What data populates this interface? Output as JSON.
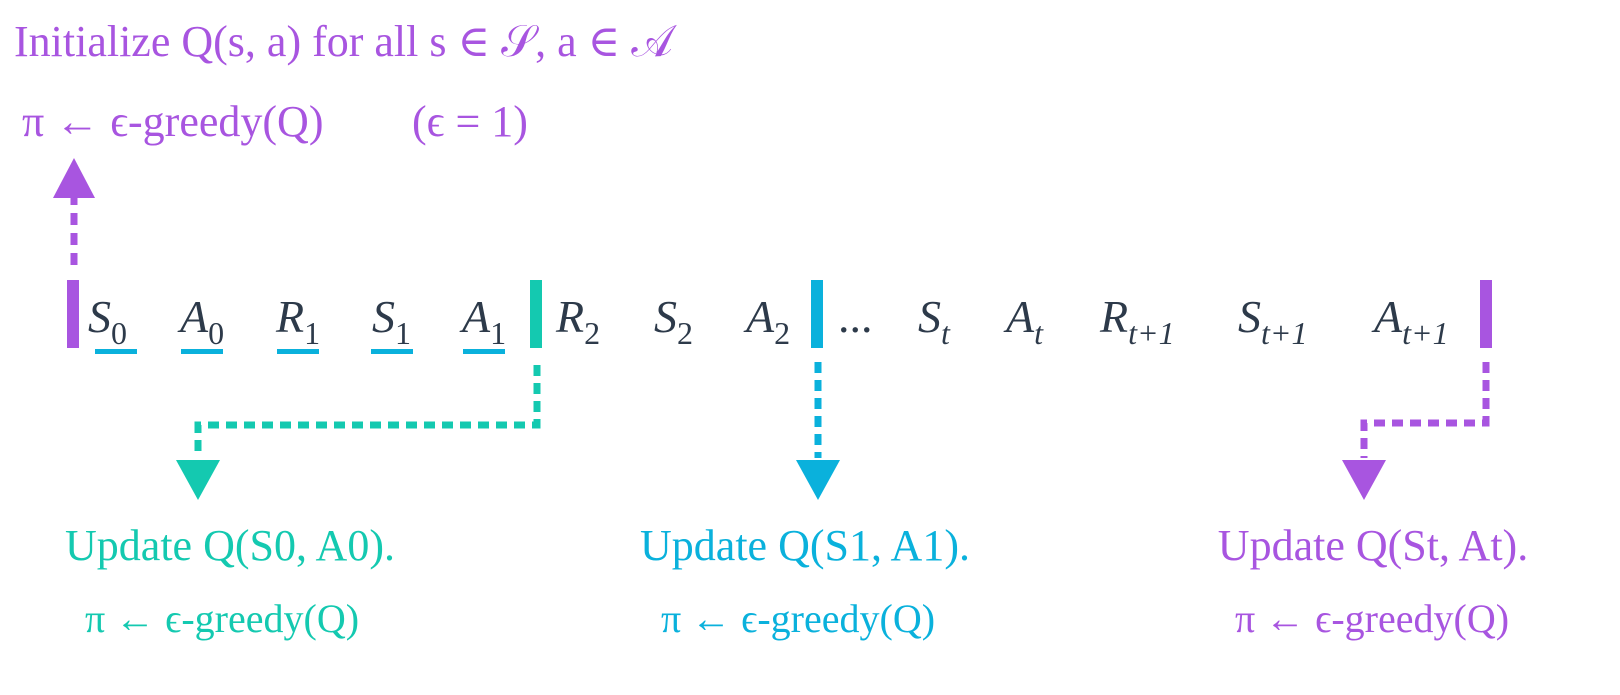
{
  "header": {
    "init_line": "Initialize Q(s, a) for all s ∈ 𝒮, a ∈ 𝒜",
    "policy_line": "π ← ϵ-greedy(Q)",
    "epsilon_note": "(ϵ = 1)"
  },
  "sequence": [
    {
      "base": "S",
      "sub": "0"
    },
    {
      "base": "A",
      "sub": "0"
    },
    {
      "base": "R",
      "sub": "1"
    },
    {
      "base": "S",
      "sub": "1"
    },
    {
      "base": "A",
      "sub": "1"
    },
    {
      "base": "R",
      "sub": "2"
    },
    {
      "base": "S",
      "sub": "2"
    },
    {
      "base": "A",
      "sub": "2"
    },
    {
      "base": "...",
      "sub": ""
    },
    {
      "base": "S",
      "sub": "t"
    },
    {
      "base": "A",
      "sub": "t"
    },
    {
      "base": "R",
      "sub": "t+1"
    },
    {
      "base": "S",
      "sub": "t+1"
    },
    {
      "base": "A",
      "sub": "t+1"
    }
  ],
  "updates": [
    {
      "update": "Update Q(S0, A0).",
      "policy": "π ← ϵ-greedy(Q)",
      "color": "#14c9b0"
    },
    {
      "update": "Update Q(S1, A1).",
      "policy": "π ← ϵ-greedy(Q)",
      "color": "#0ab1dc"
    },
    {
      "update": "Update Q(St, At).",
      "policy": "π ← ϵ-greedy(Q)",
      "color": "#a855e0"
    }
  ],
  "colors": {
    "purple": "#a855e0",
    "teal": "#14c9b0",
    "cyan": "#0ab1dc",
    "dark": "#2d3a4a"
  }
}
